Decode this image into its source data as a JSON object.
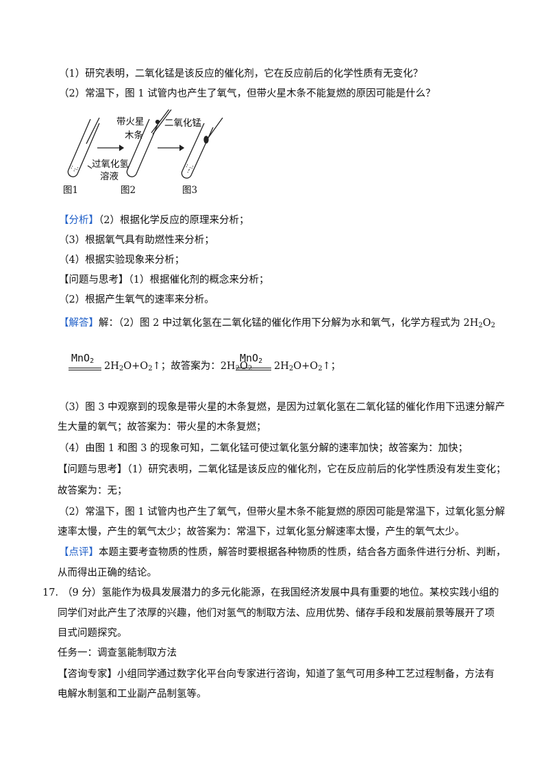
{
  "questions": {
    "q1": "（1）研究表明，二氧化锰是该反应的催化剂，它在反应前后的化学性质有无变化？",
    "q2": "（2）常温下，图 1 试管内也产生了氧气，但带火星木条不能复燃的原因可能是什么？"
  },
  "figure": {
    "label_splint_1": "带火星",
    "label_splint_2": "木条",
    "label_mno2": "二氧化锰",
    "label_h2o2_1": "过氧化氢",
    "label_h2o2_2": "溶液",
    "fig1": "图1",
    "fig2": "图2",
    "fig3": "图3"
  },
  "analysis": {
    "tag": "【分析】",
    "l1": "（2）根据化学反应的原理来分析；",
    "l2": "（3）根据氧气具有助燃性来分析；",
    "l3": "（4）根据实验现象来分析；",
    "l4": "【问题与思考】（1）根据催化剂的概念来分析；",
    "l5": "（2）根据产生氧气的速率来分析。"
  },
  "answer": {
    "tag": "【解答】",
    "l1_text": "解：（2）图 2 中过氧化氢在二氧化锰的催化作用下分解为水和氧气，化学方程式为 2H",
    "l1_sub1": "2",
    "l1_o": "O",
    "l1_sub2": "2",
    "catalyst": "MnO",
    "catalyst_sub": "2",
    "eq_products_a": "2H",
    "eq_products_sub": "2",
    "eq_products_b": "O+O",
    "eq_products_sub2": "2",
    "eq_products_c": "↑；故答案为：2H",
    "eq_ans_sub1": "2",
    "eq_ans_o": "O",
    "eq_ans_sub2": "2",
    "eq2_a": "2H",
    "eq2_sub": "2",
    "eq2_b": "O+O",
    "eq2_sub2": "2",
    "eq2_c": "↑；",
    "l3": "（3）图 3 中观察到的现象是带火星的木条复燃，是因为过氧化氢在二氧化锰的催化作用下迅速分解产",
    "l4": "生大量的氧气；故答案为：带火星的木条复燃；",
    "l5": "（4）由图 1 和图 3 的现象可知，二氧化锰可使过氧化氢分解的速率加快；故答案为：加快；",
    "l6": "【问题与思考】（1）研究表明，二氧化锰是该反应的催化剂，它在反应前后的化学性质没有发生变化；",
    "l7": "故答案为：无；",
    "l8": "（2）常温下，图 1 试管内也产生了氧气，但带火星木条不能复燃的原因可能是常温下，过氧化氢分解",
    "l9": "速率太慢，产生的氧气太少；故答案为：常温下，过氧化氢分解速率太慢，产生的氧气太少。"
  },
  "comment": {
    "tag": "【点评】",
    "l1": "本题主要考查物质的性质，解答时要根据各种物质的性质，结合各方面条件进行分析、判断，",
    "l2": "从而得出正确的结论。"
  },
  "q17": {
    "num": "17.",
    "l1": "（9 分）氢能作为极具发展潜力的多元化能源，在我国经济发展中具有重要的地位。某校实践小组的",
    "l2": "同学们对此产生了浓厚的兴趣，他们对氢气的制取方法、应用优势、储存手段和发展前景等展开了项",
    "l3": "目式问题探究。",
    "l4": "任务一：调查氢能制取方法",
    "l5": "【咨询专家】小组同学通过数字化平台向专家进行咨询，知道了氢气可用多种工艺过程制备，方法有",
    "l6": "电解水制氢和工业副产品制氢等。"
  },
  "colors": {
    "accent": "#1f5fc8",
    "text": "#111111"
  }
}
